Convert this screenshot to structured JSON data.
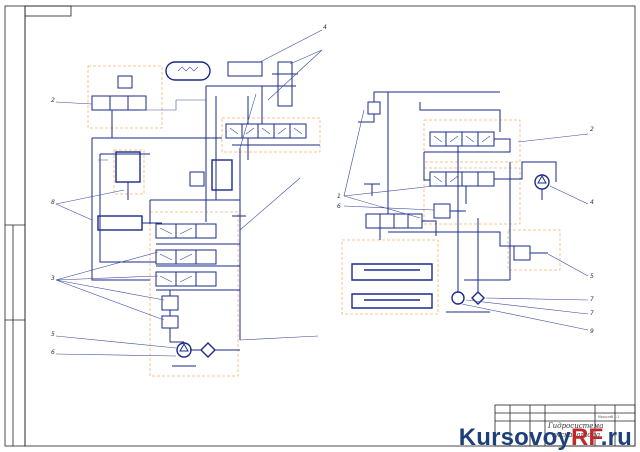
{
  "title_block": {
    "title_line1": "Гидросистема",
    "title_line2": "экскаватора",
    "sheet_label": "Масштаб 1:1"
  },
  "callouts_left": [
    "2",
    "8",
    "3",
    "5",
    "6",
    "4"
  ],
  "callouts_right": [
    "2",
    "4",
    "5",
    "7",
    "7",
    "9",
    "1",
    "6"
  ],
  "watermark": {
    "main": "Kursovoy",
    "accent": "RF",
    "suffix": ".ru"
  },
  "colors": {
    "lines": "#1a2a8a",
    "groups": "#f2b36d",
    "frame": "#222222",
    "watermark": "#1d3f7a",
    "watermark_accent": "#c0272d"
  }
}
